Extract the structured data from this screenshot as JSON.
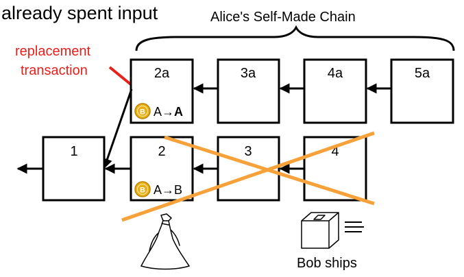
{
  "header": {
    "spent_input_label": "already spent input",
    "chain_label": "Alice's Self-Made Chain"
  },
  "annotations": {
    "replacement_line1": "replacement",
    "replacement_line2": "transaction",
    "bob_ships": "Bob ships"
  },
  "blocks": {
    "b1": "1",
    "b2": "2",
    "b3": "3",
    "b4": "4",
    "b2a": "2a",
    "b3a": "3a",
    "b4a": "4a",
    "b5a": "5a"
  },
  "transactions": {
    "tx_original": {
      "from": "A",
      "arrow": "→",
      "to": "B"
    },
    "tx_replacement": {
      "from": "A",
      "arrow": "→",
      "to": "A"
    }
  },
  "colors": {
    "annotation_red": "#e8201b",
    "strike_orange": "#f7a13a",
    "coin_gold": "#e8b016"
  },
  "icons": [
    "bitcoin-coin-icon",
    "package-box-icon",
    "wizard-figure-icon",
    "motion-lines-icon"
  ]
}
